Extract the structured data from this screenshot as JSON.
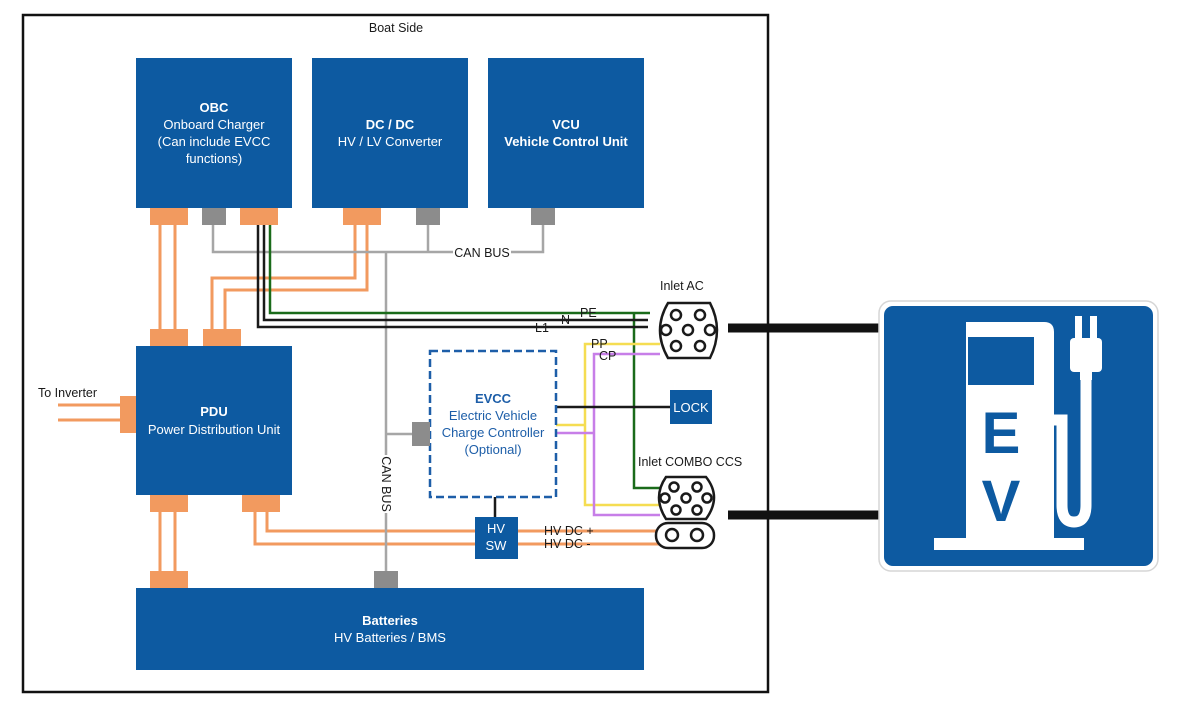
{
  "boat_side_label": "Boat Side",
  "obc": {
    "title": "OBC",
    "line1": "Onboard Charger",
    "line2": "(Can include EVCC",
    "line3": "functions)"
  },
  "dcdc": {
    "title": "DC / DC",
    "line1": "HV / LV Converter"
  },
  "vcu": {
    "title": "VCU",
    "line1": "Vehicle Control Unit"
  },
  "pdu": {
    "title": "PDU",
    "line1": "Power Distribution Unit"
  },
  "evcc": {
    "title": "EVCC",
    "line1": "Electric Vehicle",
    "line2": "Charge Controller",
    "line3": "(Optional)"
  },
  "batteries": {
    "title": "Batteries",
    "line1": "HV Batteries / BMS"
  },
  "hvsw": {
    "line1": "HV",
    "line2": "SW"
  },
  "lock_label": "LOCK",
  "labels": {
    "can_bus_h": "CAN BUS",
    "can_bus_v": "CAN BUS",
    "to_inverter": "To Inverter",
    "pe": "PE",
    "n": "N",
    "l1": "L1",
    "pp": "PP",
    "cp": "CP",
    "hv_dc_plus": "HV DC +",
    "hv_dc_minus": "HV DC -",
    "inlet_ac": "Inlet AC",
    "inlet_ccs": "Inlet COMBO CCS"
  },
  "ev_sign": {
    "letter1": "E",
    "letter2": "V"
  },
  "colors": {
    "box_blue": "#0d5aa1",
    "power": "#f29a5f",
    "can": "#a6a6a6",
    "pe": "#1a6b1a",
    "n_l1": "#1a1a1a",
    "pp": "#f5dd52",
    "cp": "#c77ee8",
    "connector_gray": "#8c8c8c"
  }
}
